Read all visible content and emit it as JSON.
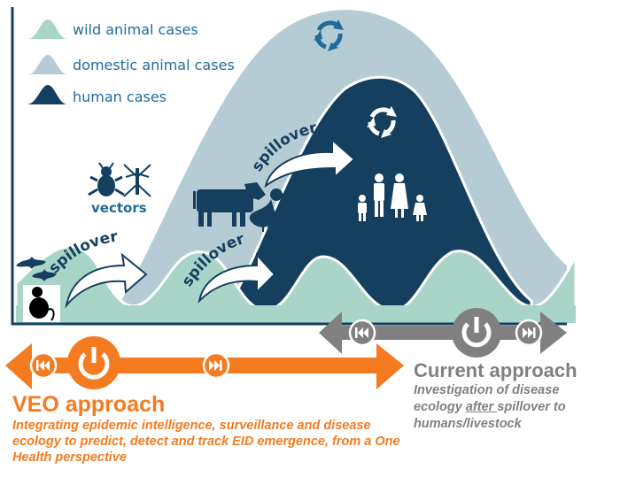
{
  "legend": {
    "items": [
      {
        "label": "wild animal cases",
        "color": "#a8d5c8"
      },
      {
        "label": "domestic animal cases",
        "color": "#b5ccd4"
      },
      {
        "label": "human cases",
        "color": "#143f5f"
      }
    ]
  },
  "diagram": {
    "spillover_labels": [
      "spillover",
      "spillover",
      "spillover"
    ],
    "vectors_label": "vectors",
    "icons": [
      "bat-icon",
      "monkey-icon",
      "beetle-icon",
      "mosquito-icon",
      "cow-icon",
      "duck-icon",
      "family-icon",
      "recycle-icon"
    ]
  },
  "veo_approach": {
    "title": "VEO approach",
    "description": "Integrating epidemic intelligence, surveillance and disease ecology to predict, detect and track EID emergence, from a One Health perspective",
    "color": "#f47b20"
  },
  "current_approach": {
    "title": "Current approach",
    "desc_part1": "Investigation of disease ecology ",
    "desc_underlined": "after ",
    "desc_part2": "spillover to humans/livestock",
    "color": "#808080"
  },
  "colors": {
    "wild": "#a8d5c8",
    "domestic": "#b5ccd4",
    "human": "#143f5f",
    "axis": "#143f5f",
    "text_blue": "#1f6b9c",
    "orange": "#f47b20",
    "gray": "#808080"
  }
}
